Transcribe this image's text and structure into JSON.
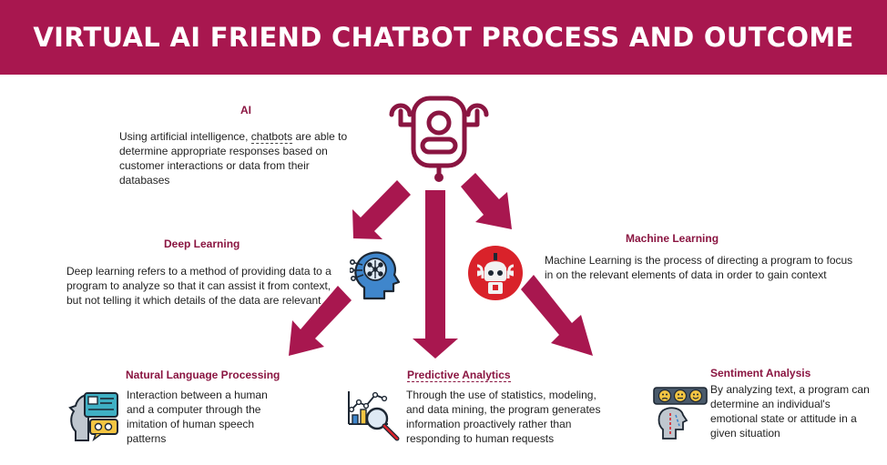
{
  "header": {
    "title": "VIRTUAL AI FRIEND CHATBOT PROCESS AND OUTCOME"
  },
  "colors": {
    "banner": "#a8174f",
    "arrow": "#a8174f",
    "heading": "#8a1541"
  },
  "nodes": {
    "ai": {
      "title": "AI",
      "text_pre": "Using artificial intelligence, ",
      "text_link": "chatbots",
      "text_post": " are able to determine appropriate responses based on customer interactions or data from their databases",
      "icon": "robot-icon"
    },
    "deep_learning": {
      "title": "Deep Learning",
      "text": "Deep learning refers to a method of providing data to a program to analyze so that it can assist it from context, but not telling it which details of the data are relevant",
      "icon": "brain-head-icon"
    },
    "machine_learning": {
      "title": "Machine Learning",
      "text": "Machine Learning is the process of directing a program to focus in on the relevant elements of data in order to gain context",
      "icon": "robot-badge-icon"
    },
    "nlp": {
      "title": "Natural Language Processing",
      "text": "Interaction between a human and a computer through the imitation of human speech patterns",
      "icon": "speech-head-icon"
    },
    "predictive": {
      "title": "Predictive Analytics",
      "text": "Through the use of statistics, modeling, and data mining, the program generates information proactively rather than responding to human requests",
      "icon": "chart-magnifier-icon"
    },
    "sentiment": {
      "title": "Sentiment Analysis",
      "text": "By analyzing text, a program can determine an individual's emotional state or attitude in a given situation",
      "icon": "emotion-faces-icon"
    }
  }
}
